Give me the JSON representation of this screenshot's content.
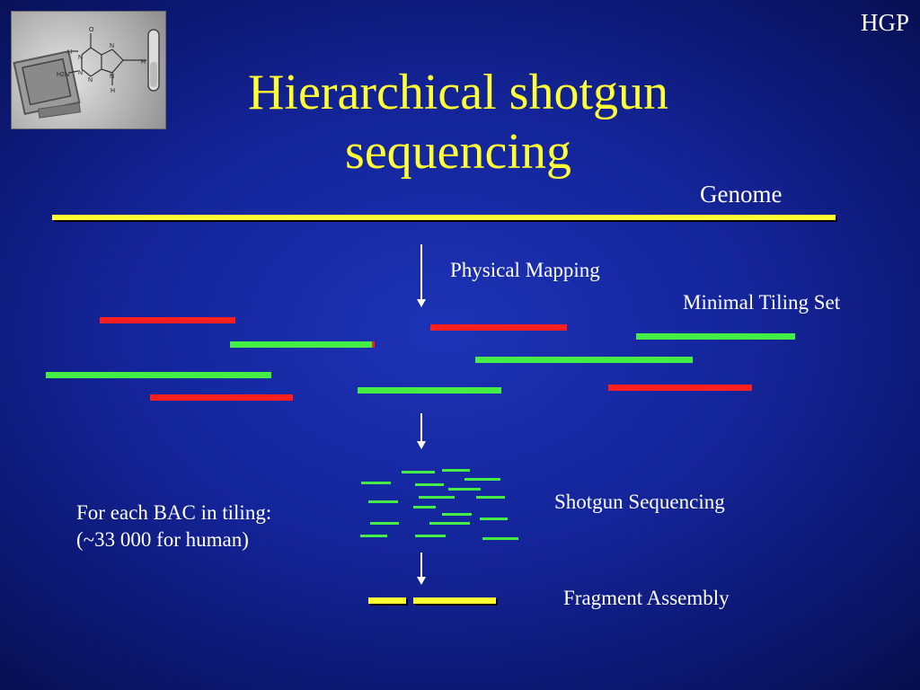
{
  "slide": {
    "tag": "HGP",
    "title_line1": "Hierarchical shotgun",
    "title_line2": "sequencing"
  },
  "labels": {
    "genome": "Genome",
    "physical_mapping": "Physical Mapping",
    "minimal_tiling_set": "Minimal Tiling Set",
    "shotgun_sequencing": "Shotgun Sequencing",
    "fragment_assembly": "Fragment Assembly",
    "bac_line1": "For each BAC in tiling:",
    "bac_line2": "(~33 000 for human)"
  },
  "logo": {
    "atoms": [
      "O",
      "H",
      "N",
      "N",
      "H2N",
      "N",
      "N",
      "N",
      "H",
      "H"
    ]
  },
  "colors": {
    "background": "#14259a",
    "title": "#ffff33",
    "text": "#ffffff",
    "genome_line": "#ffff33",
    "bac_red": "#ff1f1f",
    "bac_green": "#44ee44",
    "assembly": "#ffff33"
  }
}
